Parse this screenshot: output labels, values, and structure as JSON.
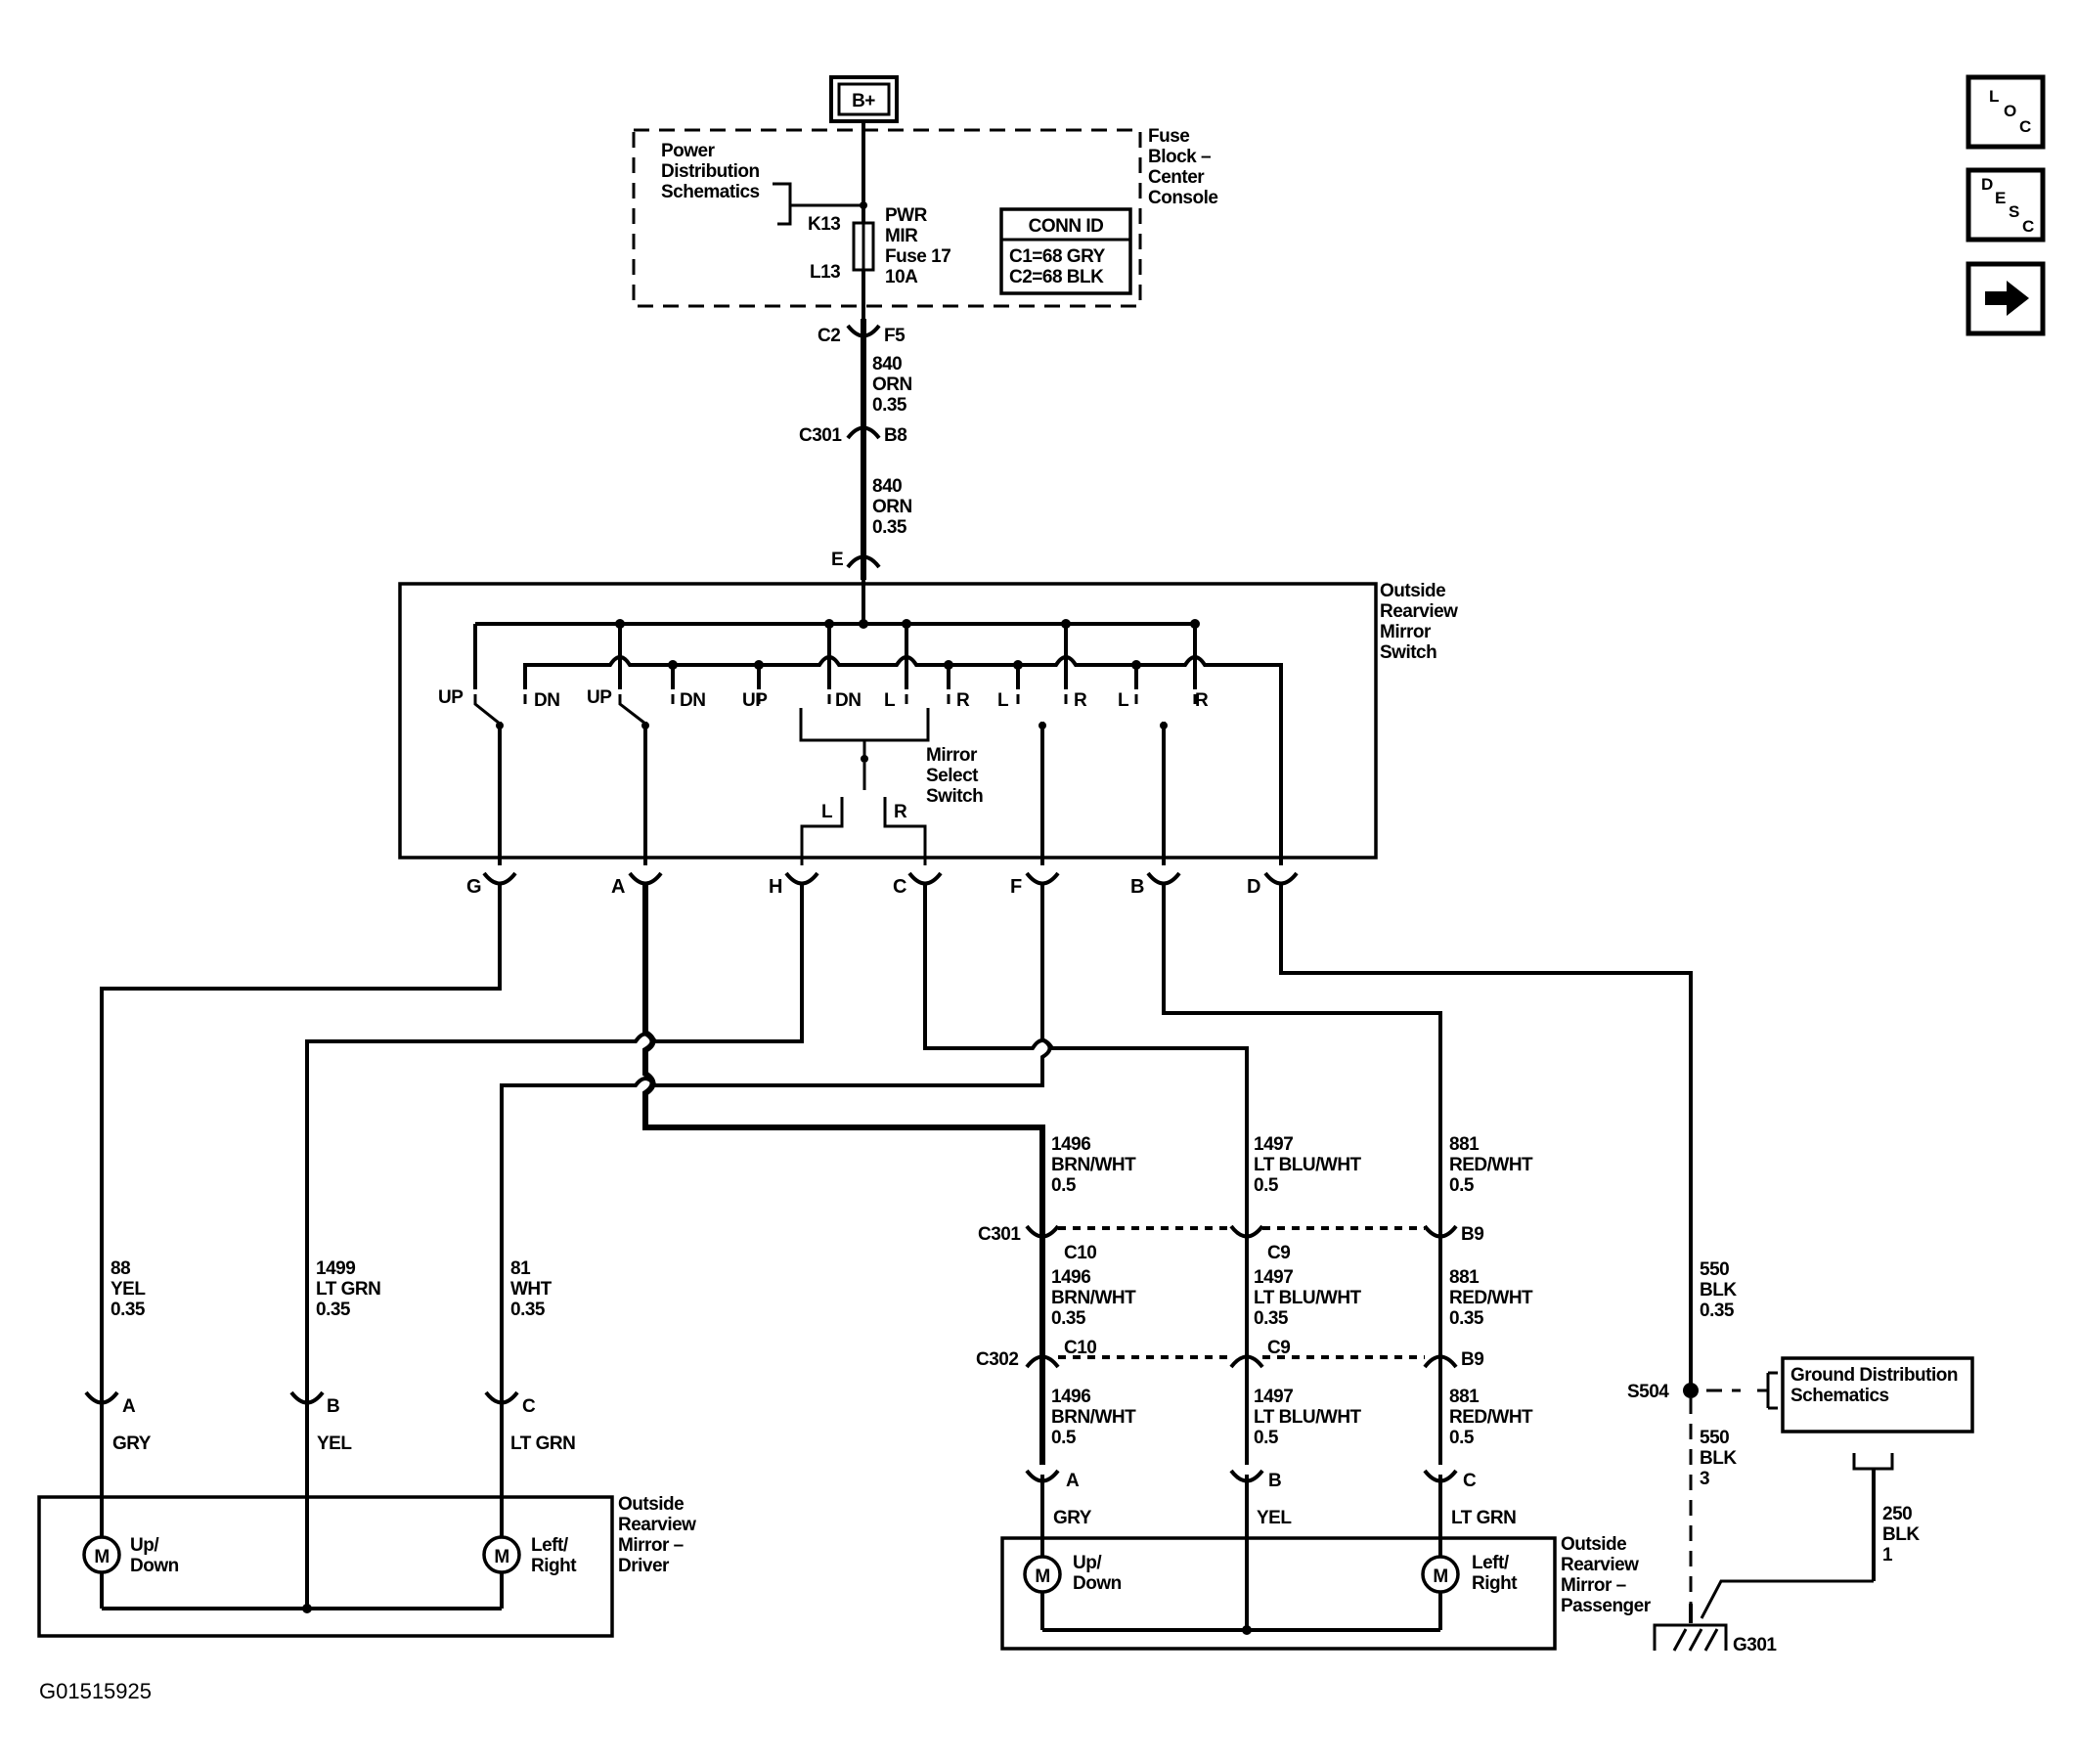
{
  "battery": {
    "label": "B+"
  },
  "fuse_block": {
    "title": [
      "Fuse",
      "Block –",
      "Center",
      "Console"
    ],
    "power_ref": [
      "Power",
      "Distribution",
      "Schematics"
    ],
    "terminal_top": "K13",
    "terminal_bottom": "L13",
    "fuse_label": [
      "PWR",
      "MIR",
      "Fuse 17",
      "10A"
    ],
    "conn_id": {
      "header": "CONN ID",
      "rows": [
        "C1=68 GRY",
        "C2=68 BLK"
      ]
    }
  },
  "connectors": {
    "c2": "C2",
    "f5": "F5",
    "c301_top": "C301",
    "b8": "B8",
    "e": "E",
    "c301_mid": "C301",
    "c10_a": "C10",
    "c9_a": "C9",
    "b9_a": "B9",
    "c302": "C302",
    "c10_b": "C10",
    "c9_b": "C9",
    "b9_b": "B9"
  },
  "wires": {
    "w840a": [
      "840",
      "ORN",
      "0.35"
    ],
    "w840b": [
      "840",
      "ORN",
      "0.35"
    ],
    "w88": [
      "88",
      "YEL",
      "0.35"
    ],
    "w1499": [
      "1499",
      "LT GRN",
      "0.35"
    ],
    "w81": [
      "81",
      "WHT",
      "0.35"
    ],
    "w1496a": [
      "1496",
      "BRN/WHT",
      "0.5"
    ],
    "w1497a": [
      "1497",
      "LT BLU/WHT",
      "0.5"
    ],
    "w881a": [
      "881",
      "RED/WHT",
      "0.5"
    ],
    "w1496b": [
      "1496",
      "BRN/WHT",
      "0.35"
    ],
    "w1497b": [
      "1497",
      "LT BLU/WHT",
      "0.35"
    ],
    "w881b": [
      "881",
      "RED/WHT",
      "0.35"
    ],
    "w1496c": [
      "1496",
      "BRN/WHT",
      "0.5"
    ],
    "w1497c": [
      "1497",
      "LT BLU/WHT",
      "0.5"
    ],
    "w881c": [
      "881",
      "RED/WHT",
      "0.5"
    ],
    "w550a": [
      "550",
      "BLK",
      "0.35"
    ],
    "w550b": [
      "550",
      "BLK",
      "3"
    ],
    "w250": [
      "250",
      "BLK",
      "1"
    ]
  },
  "switch": {
    "title": [
      "Outside",
      "Rearview",
      "Mirror",
      "Switch"
    ],
    "contacts": [
      "UP",
      "DN",
      "UP",
      "DN",
      "UP",
      "DN",
      "L",
      "R",
      "L",
      "R",
      "L",
      "R"
    ],
    "select_title": [
      "Mirror",
      "Select",
      "Switch"
    ],
    "select_l": "L",
    "select_r": "R",
    "pins": [
      "G",
      "A",
      "H",
      "C",
      "F",
      "B",
      "D"
    ]
  },
  "driver_mirror": {
    "title": [
      "Outside",
      "Rearview",
      "Mirror –",
      "Driver"
    ],
    "pins": [
      "A",
      "B",
      "C"
    ],
    "colors": [
      "GRY",
      "YEL",
      "LT GRN"
    ],
    "motor1": [
      "Up/",
      "Down"
    ],
    "motor2": [
      "Left/",
      "Right"
    ],
    "motor_symbol": "M"
  },
  "passenger_mirror": {
    "title": [
      "Outside",
      "Rearview",
      "Mirror –",
      "Passenger"
    ],
    "pins": [
      "A",
      "B",
      "C"
    ],
    "colors": [
      "GRY",
      "YEL",
      "LT GRN"
    ],
    "motor1": [
      "Up/",
      "Down"
    ],
    "motor2": [
      "Left/",
      "Right"
    ],
    "motor_symbol": "M"
  },
  "ground": {
    "splice": "S504",
    "ref": [
      "Ground Distribution",
      "Schematics"
    ],
    "point": "G301"
  },
  "nav": {
    "loc": [
      "L",
      "O",
      "C"
    ],
    "desc": [
      "D",
      "E",
      "S",
      "C"
    ],
    "next_icon": "arrow-right-icon"
  },
  "figure_id": "G01515925"
}
